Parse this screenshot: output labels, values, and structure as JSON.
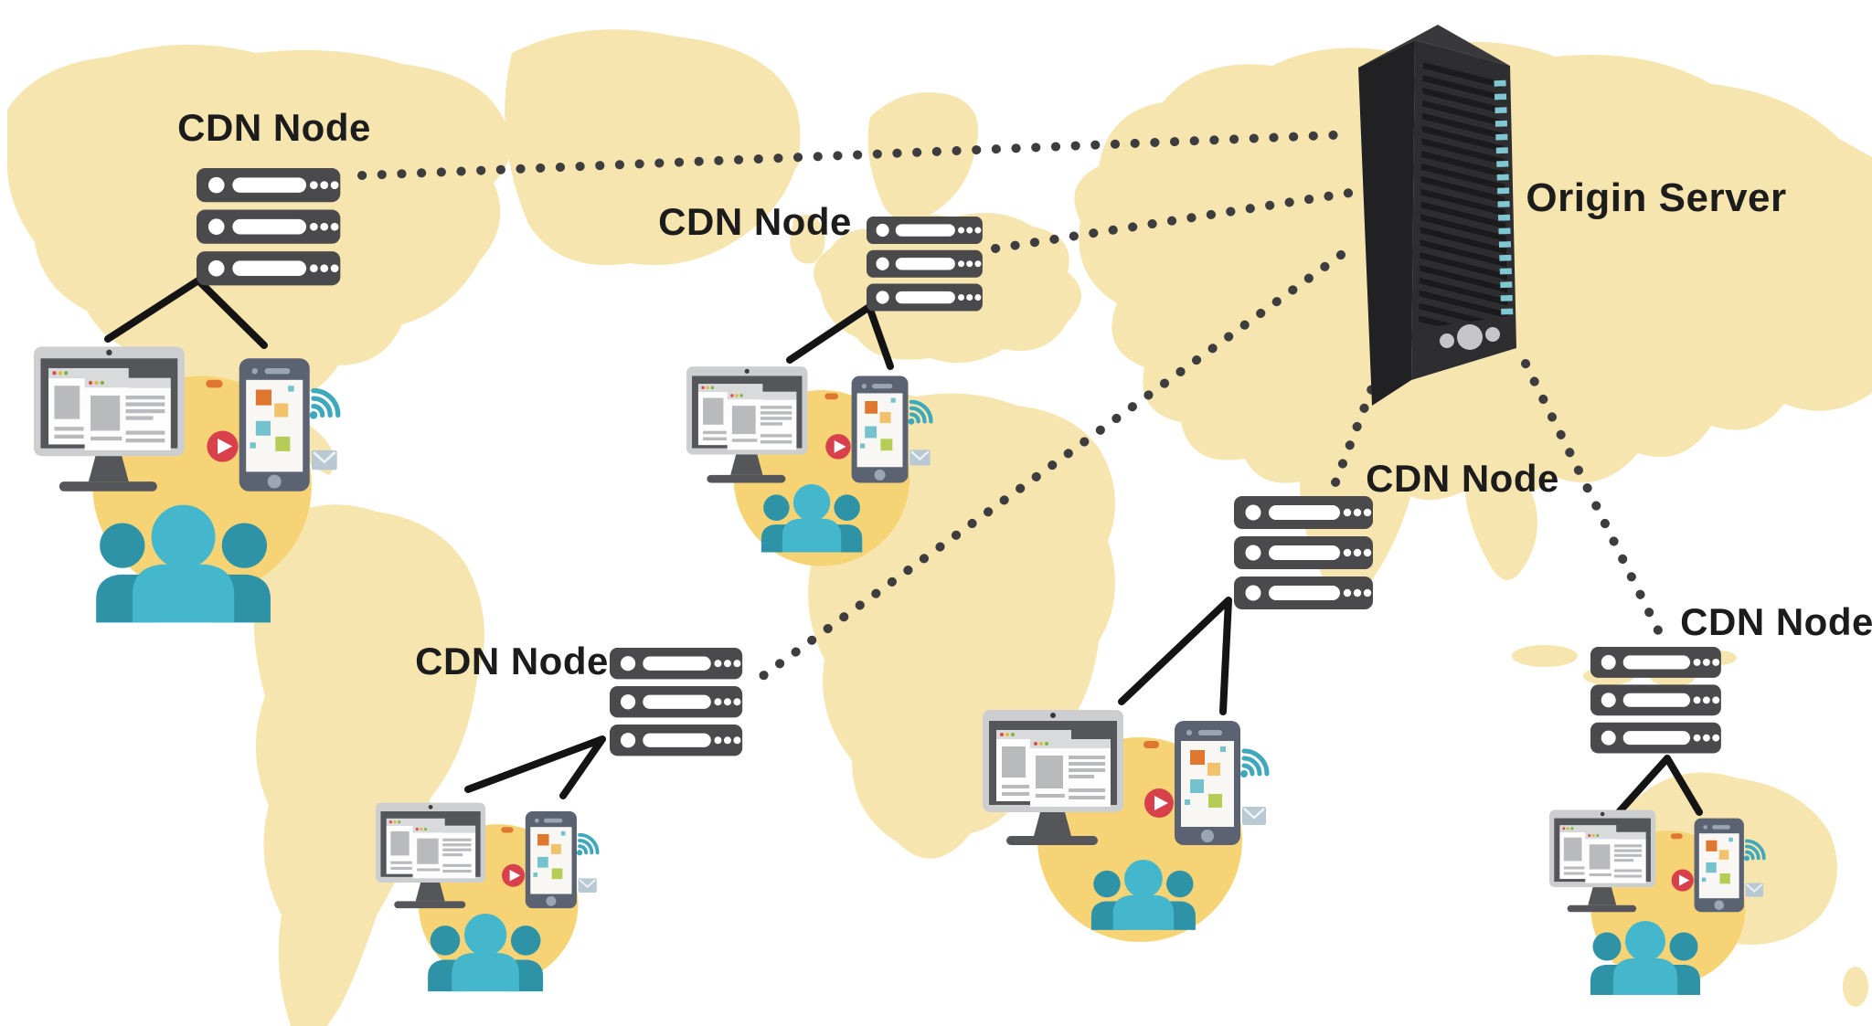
{
  "diagram": {
    "title": "CDN network diagram",
    "origin_server": {
      "label": "Origin Server"
    },
    "cdn_nodes": [
      {
        "label": "CDN Node"
      },
      {
        "label": "CDN Node"
      },
      {
        "label": "CDN Node"
      },
      {
        "label": "CDN Node"
      },
      {
        "label": "CDN Node"
      }
    ],
    "links": {
      "origin_to_node_style": "dotted",
      "node_to_users_style": "solid",
      "origin_link_count": 5,
      "user_group_count": 5
    }
  },
  "icons": {
    "origin_server": "server-tower-icon",
    "cdn_node": "server-rack-stack-icon",
    "users": "user-group-icon",
    "desktop": "desktop-browser-icon",
    "phone": "smartphone-icon",
    "wifi": "wifi-icon",
    "email": "envelope-icon",
    "video": "play-button-icon",
    "background": "world-map"
  },
  "colors": {
    "background": "#ffffff",
    "map": "#f6e5ae",
    "halo_yellow": "#f6d476",
    "label_text": "#1c1c1c",
    "dotted_link": "#3d3d3f",
    "access_link": "#141414",
    "rack_body": "#4a4a4c",
    "rack_detail": "#ffffff",
    "server_front": "#2e2e31",
    "server_side": "#212123",
    "server_top": "#39393c",
    "server_leds": "#7fc7d2",
    "server_buttons": "#c6c6c8",
    "monitor_frame": "#cdced0",
    "monitor_dark": "#55565a",
    "screen_content": "#b9babc",
    "phone_body": "#5b6373",
    "play_button": "#d8414c",
    "accent_orange": "#e0772e",
    "square_peach": "#f2c16b",
    "square_teal": "#74c2cd",
    "square_green": "#b5cd57",
    "wifi": "#3ea9bd",
    "envelope": "#b9c9d4",
    "people_front": "#45b7cd",
    "people_back": "#2f93a8"
  }
}
